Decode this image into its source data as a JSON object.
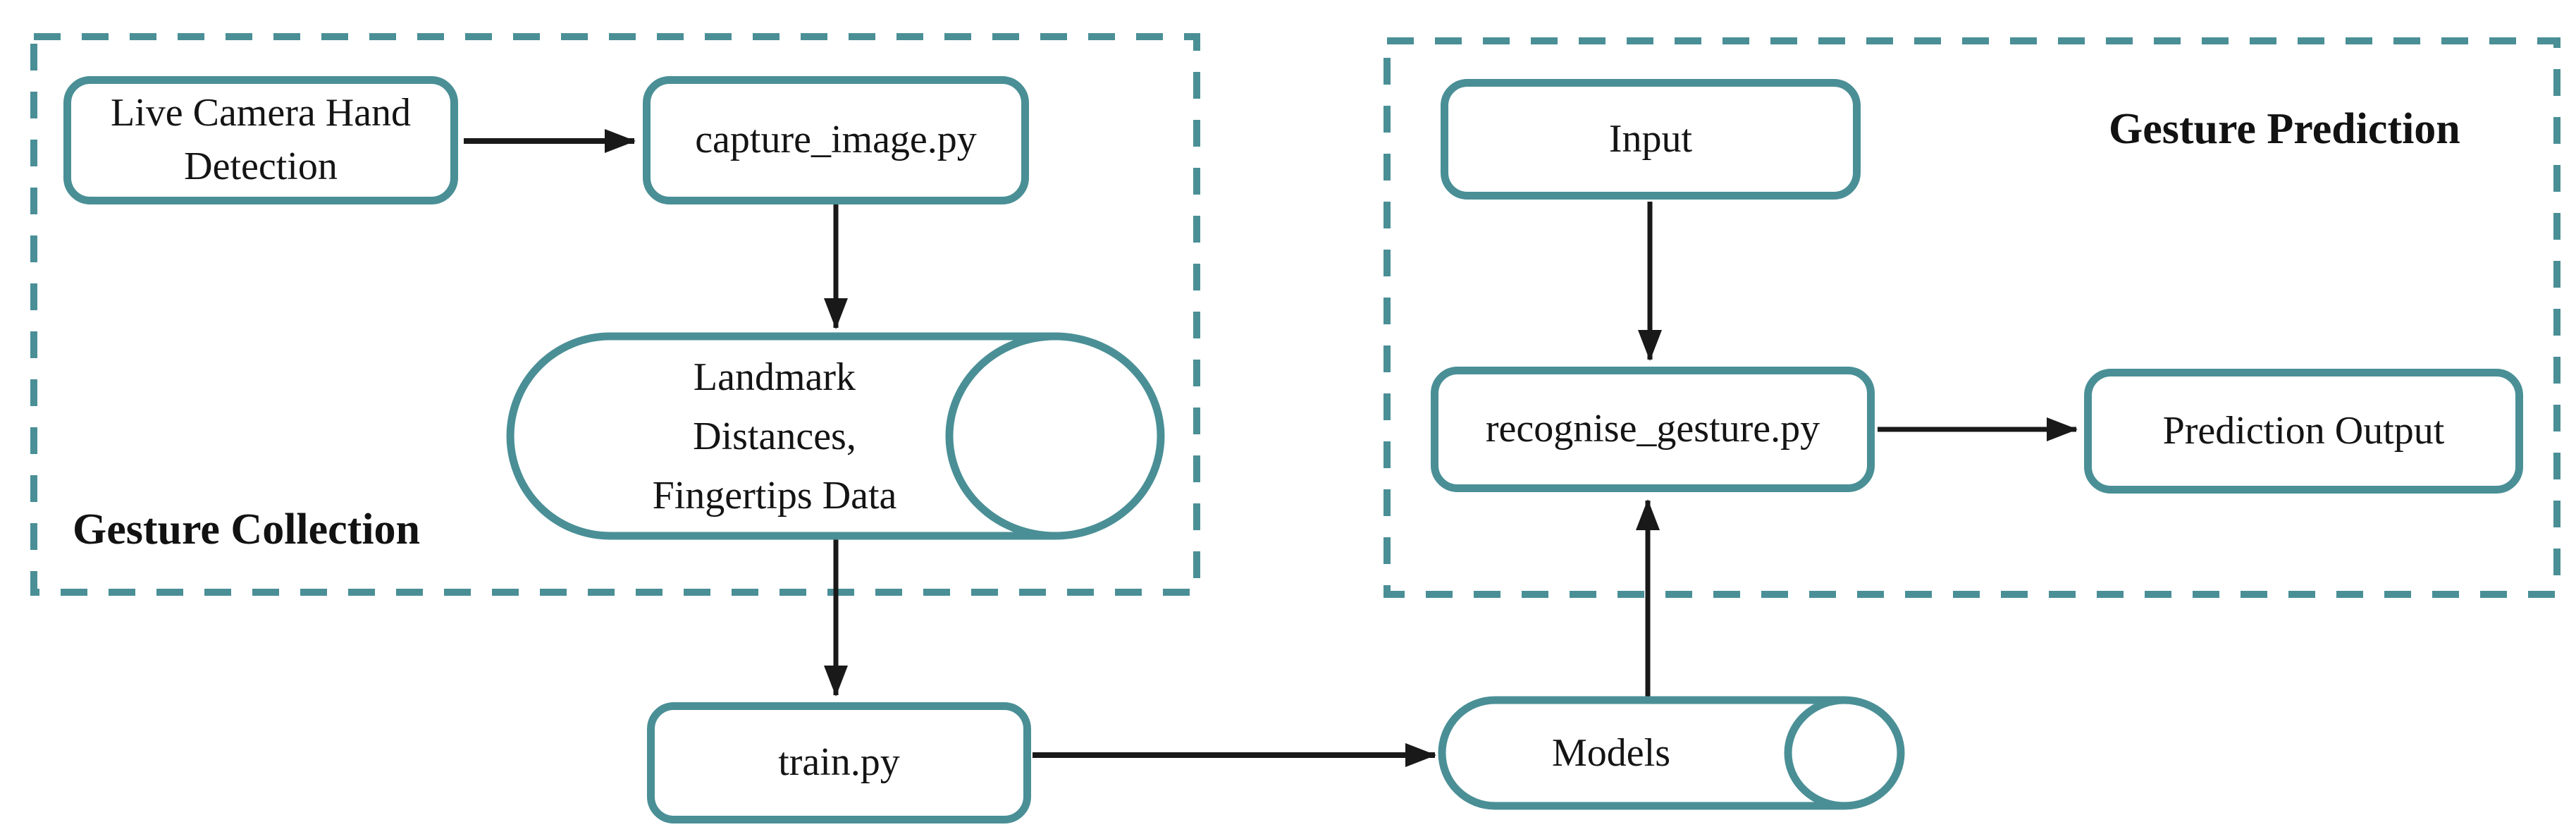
{
  "colors": {
    "accent": "#4a8f96",
    "arrow": "#191919",
    "text": "#141414",
    "background": "#ffffff"
  },
  "groups": {
    "collection": {
      "title": "Gesture Collection"
    },
    "prediction": {
      "title": "Gesture Prediction"
    }
  },
  "nodes": {
    "live_camera": {
      "label": "Live Camera Hand\nDetection",
      "shape": "rounded-rectangle"
    },
    "capture_image": {
      "label": "capture_image.py",
      "shape": "rounded-rectangle"
    },
    "landmark_data": {
      "label": "Landmark\nDistances,\nFingertips Data",
      "shape": "stored-data-cylinder"
    },
    "train": {
      "label": "train.py",
      "shape": "rounded-rectangle"
    },
    "models": {
      "label": "Models",
      "shape": "stored-data-cylinder"
    },
    "input": {
      "label": "Input",
      "shape": "rounded-rectangle"
    },
    "recognise_gesture": {
      "label": "recognise_gesture.py",
      "shape": "rounded-rectangle"
    },
    "prediction_output": {
      "label": "Prediction Output",
      "shape": "rounded-rectangle"
    }
  },
  "edges": [
    {
      "from": "live_camera",
      "to": "capture_image"
    },
    {
      "from": "capture_image",
      "to": "landmark_data"
    },
    {
      "from": "landmark_data",
      "to": "train"
    },
    {
      "from": "train",
      "to": "models"
    },
    {
      "from": "models",
      "to": "recognise_gesture"
    },
    {
      "from": "input",
      "to": "recognise_gesture"
    },
    {
      "from": "recognise_gesture",
      "to": "prediction_output"
    }
  ]
}
